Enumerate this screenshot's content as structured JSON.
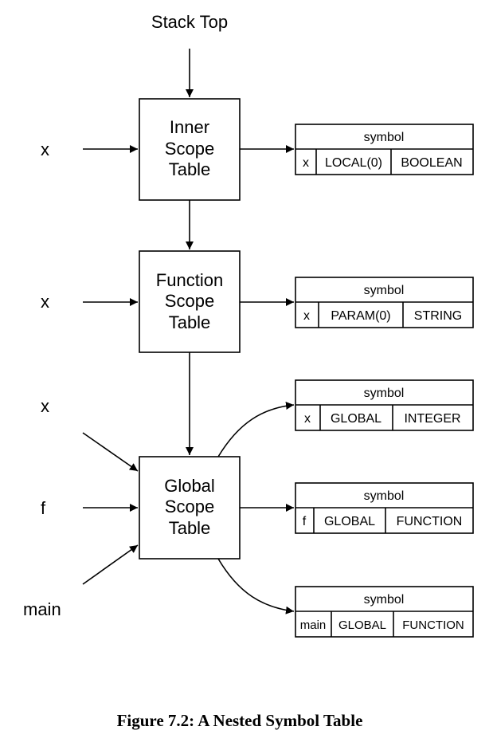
{
  "stack_top": "Stack Top",
  "scopes": [
    {
      "lines": [
        "Inner",
        "Scope",
        "Table"
      ],
      "incoming": [
        "x"
      ]
    },
    {
      "lines": [
        "Function",
        "Scope",
        "Table"
      ],
      "incoming": [
        "x"
      ]
    },
    {
      "lines": [
        "Global",
        "Scope",
        "Table"
      ],
      "incoming": [
        "x",
        "f",
        "main"
      ]
    }
  ],
  "symbols": [
    {
      "header": "symbol",
      "name": "x",
      "kind": "LOCAL(0)",
      "type": "BOOLEAN"
    },
    {
      "header": "symbol",
      "name": "x",
      "kind": "PARAM(0)",
      "type": "STRING"
    },
    {
      "header": "symbol",
      "name": "x",
      "kind": "GLOBAL",
      "type": "INTEGER"
    },
    {
      "header": "symbol",
      "name": "f",
      "kind": "GLOBAL",
      "type": "FUNCTION"
    },
    {
      "header": "symbol",
      "name": "main",
      "kind": "GLOBAL",
      "type": "FUNCTION"
    }
  ],
  "caption": "Figure 7.2: A Nested Symbol Table"
}
